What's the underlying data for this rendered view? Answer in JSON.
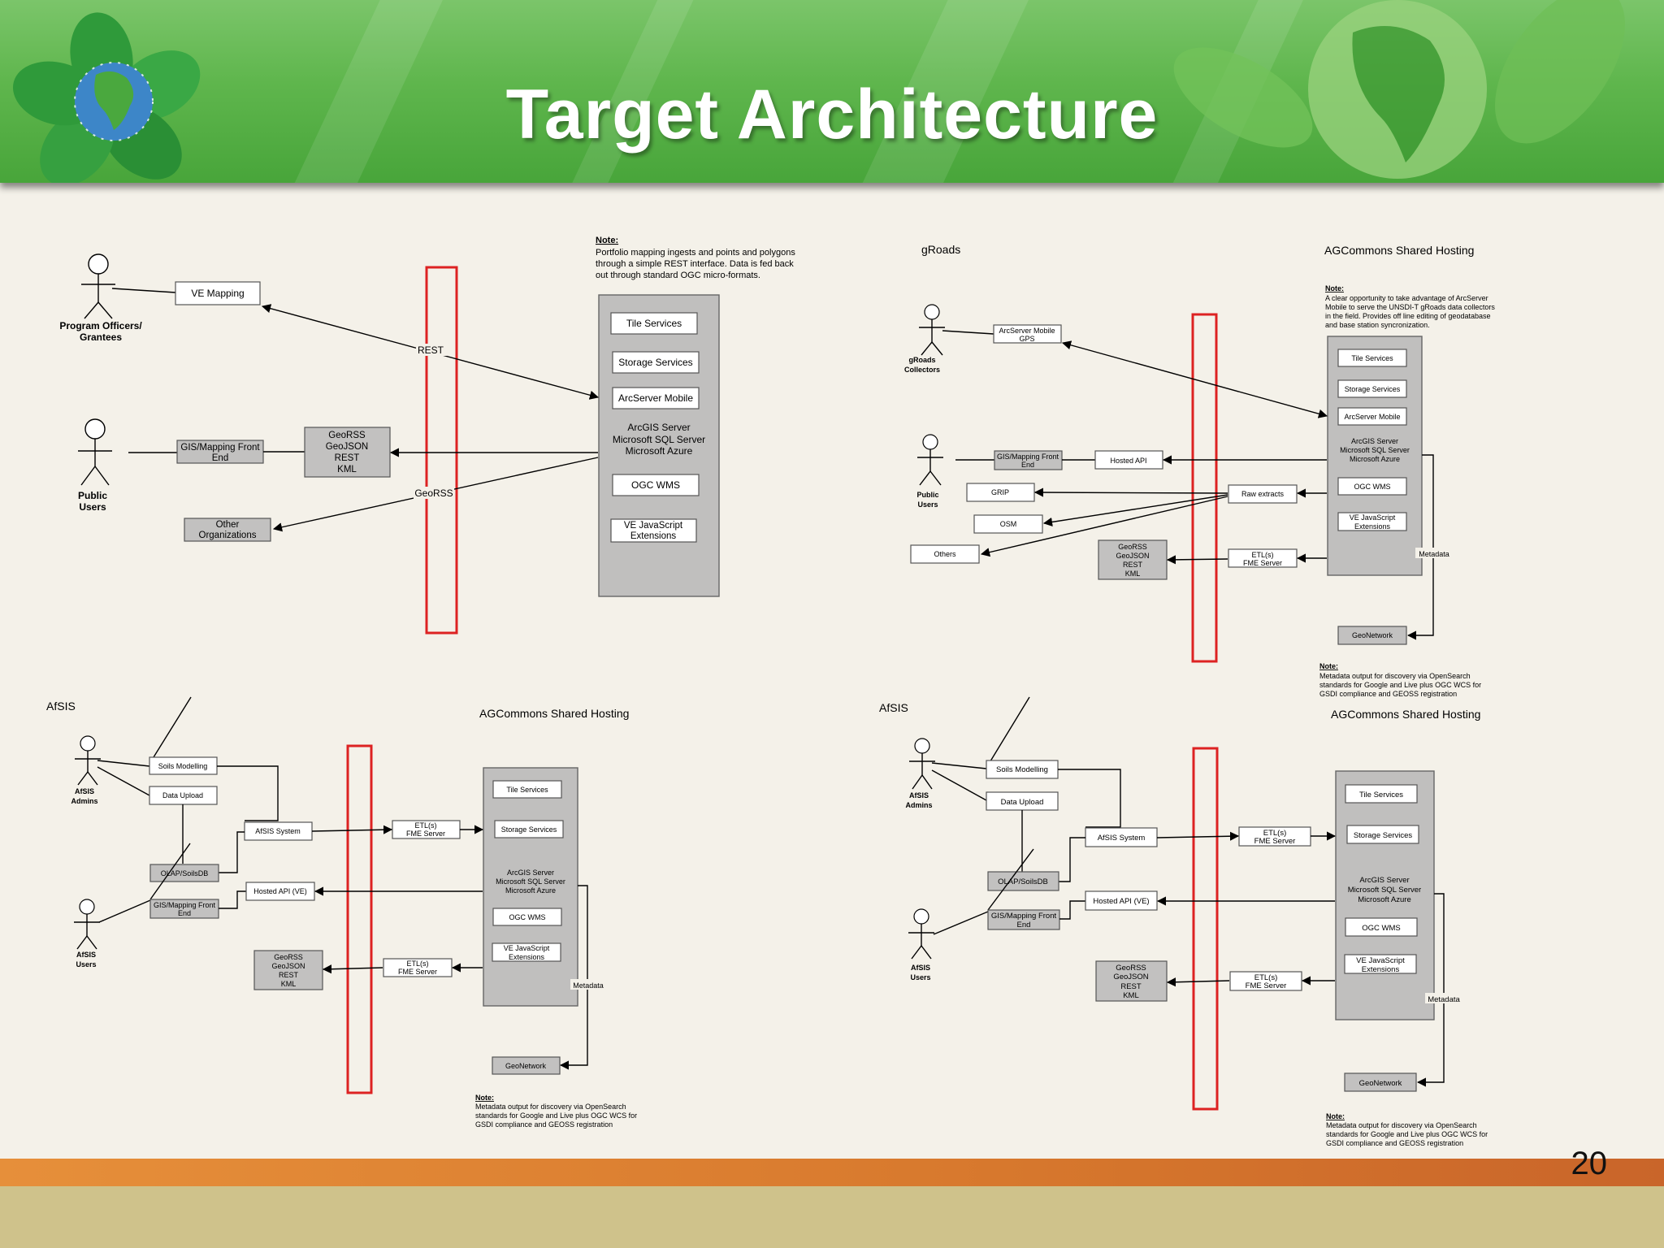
{
  "slide": {
    "title": "Target Architecture",
    "page_number": "20"
  },
  "colors": {
    "header_green": "#5fb64d",
    "footer_orange": "#d7782d",
    "footer_tan": "#cfc28b",
    "firewall_red": "#dd2222",
    "server_gray": "#c0bfbe"
  },
  "d1": {
    "note_title": "Note:",
    "note_lines": [
      "Portfolio mapping ingests and points and polygons",
      "through a simple REST interface. Data is fed back",
      "out through standard OGC micro-formats."
    ],
    "actor1": [
      "Program Officers/",
      "Grantees"
    ],
    "actor2": [
      "Public",
      "Users"
    ],
    "ve_mapping": "VE Mapping",
    "rest": "REST",
    "georss_label": "GeoRSS",
    "gis_front": [
      "GIS/Mapping Front",
      "End"
    ],
    "formats": [
      "GeoRSS",
      "GeoJSON",
      "REST",
      "KML"
    ],
    "other_orgs": [
      "Other",
      "Organizations"
    ],
    "tile": "Tile Services",
    "storage": "Storage Services",
    "mobile": "ArcServer Mobile",
    "arcgis": [
      "ArcGIS Server",
      "Microsoft SQL Server",
      "Microsoft Azure"
    ],
    "ogc": "OGC WMS",
    "ve_js": [
      "VE JavaScript",
      "Extensions"
    ]
  },
  "d2": {
    "title": "gRoads",
    "hosting": "AGCommons Shared Hosting",
    "note_title": "Note:",
    "note_lines": [
      "A clear opportunity to take advantage of ArcServer",
      "Mobile to serve the UNSDI-T gRoads data collectors",
      "in the field. Provides off line editing of geodatabase",
      "and base station syncronization."
    ],
    "collectors": [
      "gRoads",
      "Collectors"
    ],
    "mobile_gps": [
      "ArcServer Mobile",
      "GPS"
    ],
    "public": [
      "Public",
      "Users"
    ],
    "gis_front": [
      "GIS/Mapping Front",
      "End"
    ],
    "hosted_api": "Hosted API",
    "grip": "GRIP",
    "raw": "Raw extracts",
    "osm": "OSM",
    "others": "Others",
    "formats": [
      "GeoRSS",
      "GeoJSON",
      "REST",
      "KML"
    ],
    "etl": [
      "ETL(s)",
      "FME Server"
    ],
    "tile": "Tile Services",
    "storage": "Storage Services",
    "mobile": "ArcServer Mobile",
    "arcgis": [
      "ArcGIS Server",
      "Microsoft SQL Server",
      "Microsoft Azure"
    ],
    "ogc": "OGC WMS",
    "ve_js": [
      "VE JavaScript",
      "Extensions"
    ],
    "metadata": "Metadata",
    "geonetwork": "GeoNetwork",
    "note2_title": "Note:",
    "note2_lines": [
      "Metadata output for discovery via OpenSearch",
      "standards for Google and Live plus OGC WCS for",
      "GSDI compliance and GEOSS registration"
    ]
  },
  "d3": {
    "title": "AfSIS",
    "hosting": "AGCommons Shared Hosting",
    "admins": [
      "AfSIS",
      "Admins"
    ],
    "users": [
      "AfSIS",
      "Users"
    ],
    "soils": "Soils Modelling",
    "upload": "Data Upload",
    "afsis_system": "AfSIS System",
    "olap": "OLAP/SoilsDB",
    "gis_front": [
      "GIS/Mapping Front",
      "End"
    ],
    "hosted_api": "Hosted API (VE)",
    "etl": [
      "ETL(s)",
      "FME Server"
    ],
    "formats": [
      "GeoRSS",
      "GeoJSON",
      "REST",
      "KML"
    ],
    "tile": "Tile Services",
    "storage": "Storage Services",
    "arcgis": [
      "ArcGIS Server",
      "Microsoft SQL Server",
      "Microsoft Azure"
    ],
    "ogc": "OGC WMS",
    "ve_js": [
      "VE JavaScript",
      "Extensions"
    ],
    "metadata": "Metadata",
    "geonetwork": "GeoNetwork",
    "note_title": "Note:",
    "note_lines": [
      "Metadata output for discovery via OpenSearch",
      "standards for Google and Live plus OGC WCS for",
      "GSDI compliance and GEOSS registration"
    ]
  },
  "d4": {
    "title": "AfSIS",
    "hosting": "AGCommons Shared Hosting",
    "admins": [
      "AfSIS",
      "Admins"
    ],
    "users": [
      "AfSIS",
      "Users"
    ],
    "soils": "Soils Modelling",
    "upload": "Data Upload",
    "afsis_system": "AfSIS System",
    "olap": "OLAP/SoilsDB",
    "gis_front": [
      "GIS/Mapping Front",
      "End"
    ],
    "hosted_api": "Hosted API (VE)",
    "etl": [
      "ETL(s)",
      "FME Server"
    ],
    "formats": [
      "GeoRSS",
      "GeoJSON",
      "REST",
      "KML"
    ],
    "tile": "Tile Services",
    "storage": "Storage Services",
    "arcgis": [
      "ArcGIS Server",
      "Microsoft SQL Server",
      "Microsoft Azure"
    ],
    "ogc": "OGC WMS",
    "ve_js": [
      "VE JavaScript",
      "Extensions"
    ],
    "metadata": "Metadata",
    "geonetwork": "GeoNetwork",
    "note_title": "Note:",
    "note_lines": [
      "Metadata output for discovery via OpenSearch",
      "standards for Google and Live plus OGC WCS for",
      "GSDI compliance and GEOSS registration"
    ]
  }
}
